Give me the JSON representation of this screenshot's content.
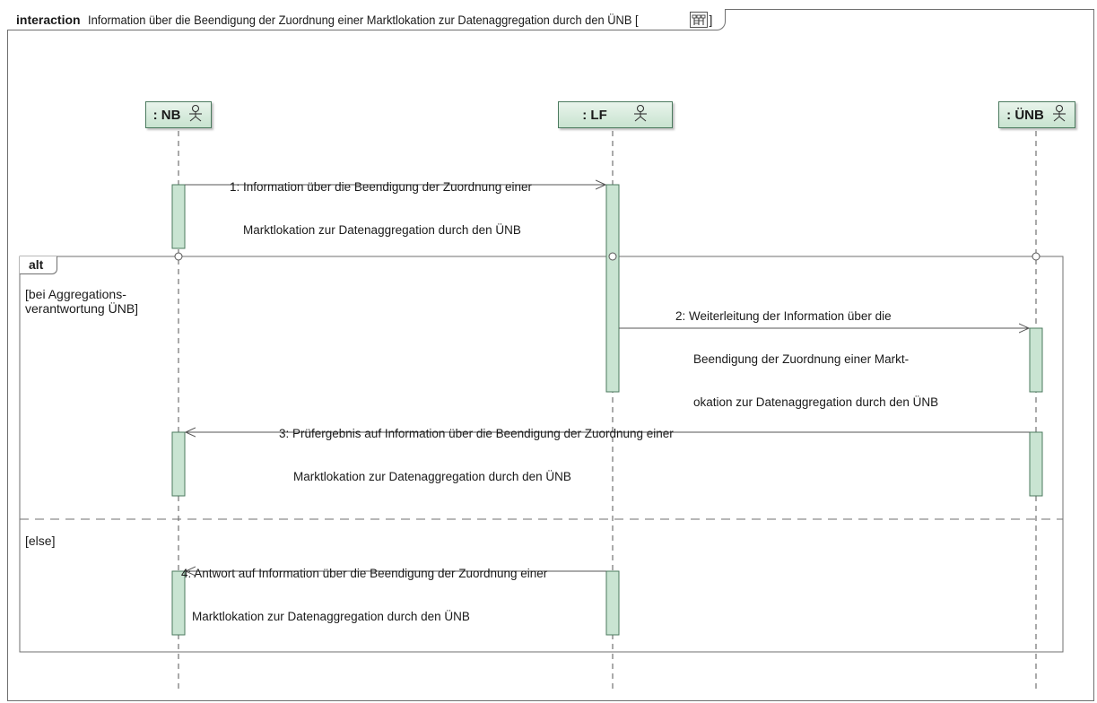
{
  "frame": {
    "keyword": "interaction",
    "title": "Information über die Beendigung der Zuordnung einer Marktlokation zur Datenaggregation durch den ÜNB [",
    "title_end": "]"
  },
  "lifelines": [
    {
      "label": ": NB",
      "icon": "actor-icon"
    },
    {
      "label": ": LF",
      "icon": "actor-icon"
    },
    {
      "label": ": ÜNB",
      "icon": "actor-icon"
    }
  ],
  "messages": [
    {
      "line1": "1: Information über die Beendigung der Zuordnung einer",
      "line2": "Marktlokation zur Datenaggregation durch den ÜNB"
    },
    {
      "line1": "2: Weiterleitung der Information über die",
      "line2": "Beendigung der Zuordnung einer Markt-",
      "line3": "okation zur Datenaggregation durch den ÜNB"
    },
    {
      "line1": "3: Prüfergebnis auf Information über die Beendigung der Zuordnung einer",
      "line2": "Marktlokation zur Datenaggregation durch den ÜNB"
    },
    {
      "line1": "4: Antwort auf Information über die Beendigung der Zuordnung einer",
      "line2": "Marktlokation zur Datenaggregation durch den ÜNB"
    }
  ],
  "fragment": {
    "operator": "alt",
    "guard1_line1": "[bei Aggregations-",
    "guard1_line2": "verantwortung ÜNB]",
    "guard2": "[else]"
  },
  "colors": {
    "activation_fill": "#c9e4d2",
    "activation_stroke": "#4b7a5e",
    "line": "#555555"
  }
}
